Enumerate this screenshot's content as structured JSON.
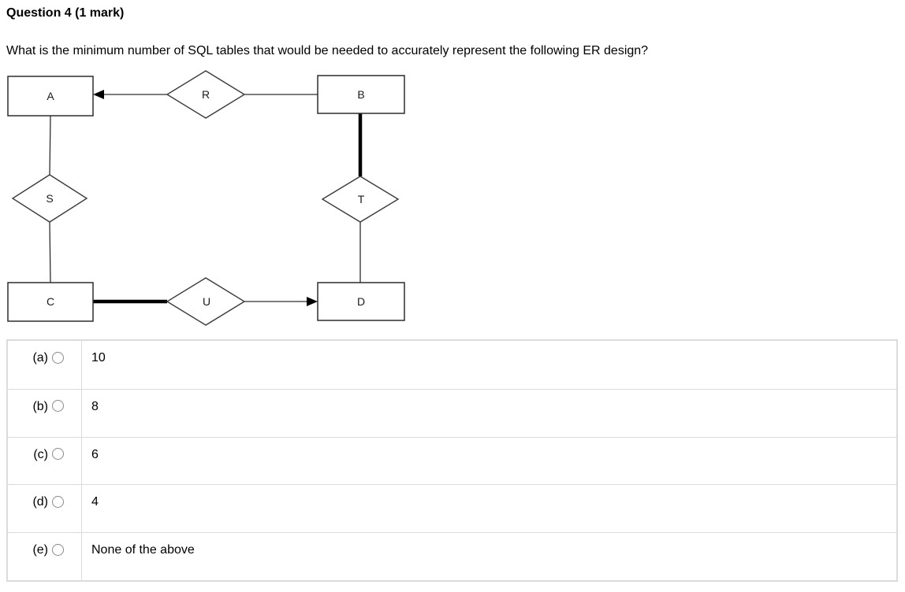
{
  "question": {
    "title": "Question 4 (1 mark)",
    "prompt": "What is the minimum number of SQL tables that would be needed to accurately represent the following ER design?"
  },
  "diagram": {
    "entities": [
      {
        "id": "A",
        "label": "A"
      },
      {
        "id": "B",
        "label": "B"
      },
      {
        "id": "C",
        "label": "C"
      },
      {
        "id": "D",
        "label": "D"
      }
    ],
    "relationships": [
      {
        "id": "R",
        "label": "R"
      },
      {
        "id": "S",
        "label": "S"
      },
      {
        "id": "T",
        "label": "T"
      },
      {
        "id": "U",
        "label": "U"
      }
    ],
    "edges": [
      {
        "from": "R",
        "to": "A",
        "style": "thin",
        "arrow": "into A"
      },
      {
        "from": "B",
        "to": "R",
        "style": "thin",
        "arrow": "none"
      },
      {
        "from": "A",
        "to": "S",
        "style": "thin",
        "arrow": "none"
      },
      {
        "from": "S",
        "to": "C",
        "style": "thin",
        "arrow": "none"
      },
      {
        "from": "B",
        "to": "T",
        "style": "thick",
        "arrow": "none"
      },
      {
        "from": "T",
        "to": "D",
        "style": "thin",
        "arrow": "none"
      },
      {
        "from": "C",
        "to": "U",
        "style": "thick",
        "arrow": "none"
      },
      {
        "from": "U",
        "to": "D",
        "style": "thin",
        "arrow": "into D"
      }
    ],
    "stroke_color": "#000000"
  },
  "options": [
    {
      "key": "(a)",
      "text": "10",
      "selected": false
    },
    {
      "key": "(b)",
      "text": "8",
      "selected": false
    },
    {
      "key": "(c)",
      "text": "6",
      "selected": false
    },
    {
      "key": "(d)",
      "text": "4",
      "selected": false
    },
    {
      "key": "(e)",
      "text": "None of the above",
      "selected": false
    }
  ],
  "colors": {
    "table_border": "#dbdbdb",
    "radio_outline": "#8a8a8a",
    "diagram_stroke": "#2d2d2d",
    "text": "#000000"
  }
}
